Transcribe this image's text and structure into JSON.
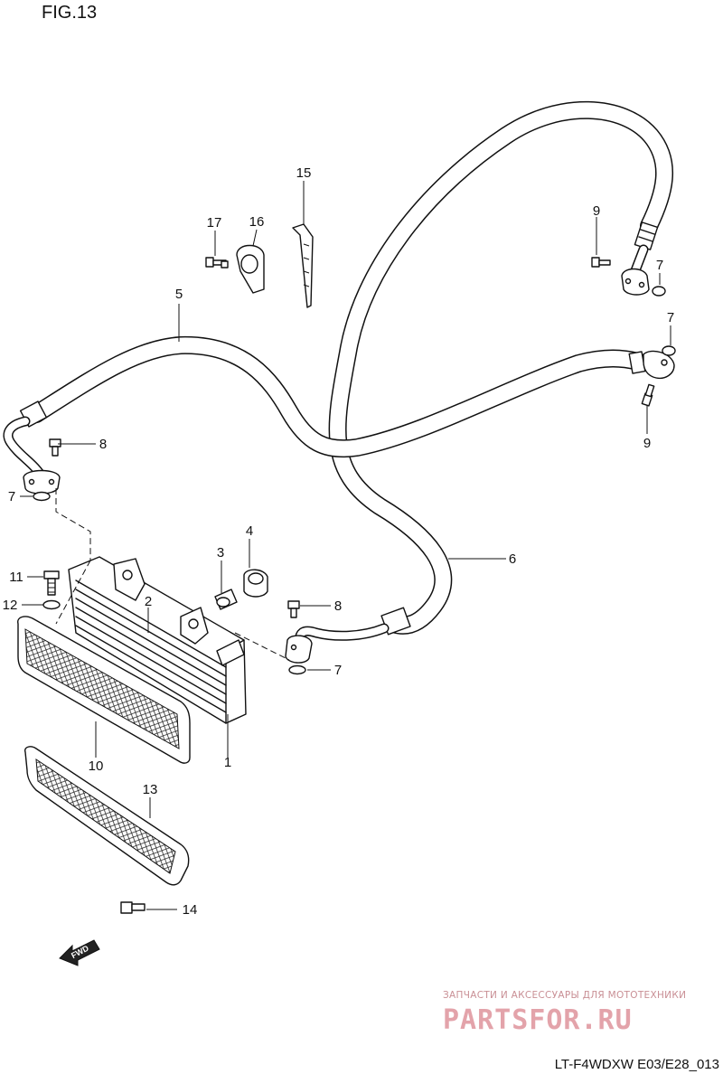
{
  "figure": {
    "title": "FIG.13",
    "code": "LT-F4WDXW E03/E28_013"
  },
  "callouts": {
    "p15": "15",
    "p17": "17",
    "p16": "16",
    "p9a": "9",
    "p7a": "7",
    "p5": "5",
    "p7b": "7",
    "p8a": "8",
    "p9b": "9",
    "p7c": "7",
    "p4": "4",
    "p3": "3",
    "p6": "6",
    "p11": "11",
    "p2": "2",
    "p8b": "8",
    "p12": "12",
    "p7d": "7",
    "p10": "10",
    "p1": "1",
    "p13": "13",
    "p14": "14"
  },
  "direction_badge": {
    "text": "FWD"
  },
  "watermark": {
    "tagline": "ЗАПЧАСТИ И АКСЕССУАРЫ ДЛЯ МОТОТЕХНИКИ",
    "brand": "PARTSFOR.RU"
  }
}
